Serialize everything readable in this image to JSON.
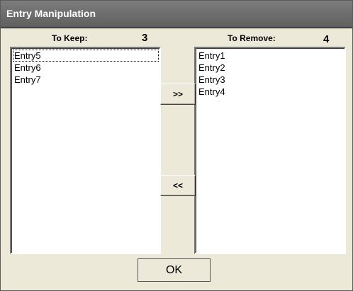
{
  "window": {
    "title": "Entry Manipulation"
  },
  "keep": {
    "label": "To Keep:",
    "count": "3",
    "items": [
      "Entry5",
      "Entry6",
      "Entry7"
    ]
  },
  "remove": {
    "label": "To Remove:",
    "count": "4",
    "items": [
      "Entry1",
      "Entry2",
      "Entry3",
      "Entry4"
    ]
  },
  "buttons": {
    "move_right": ">>",
    "move_left": "<<",
    "ok": "OK"
  }
}
